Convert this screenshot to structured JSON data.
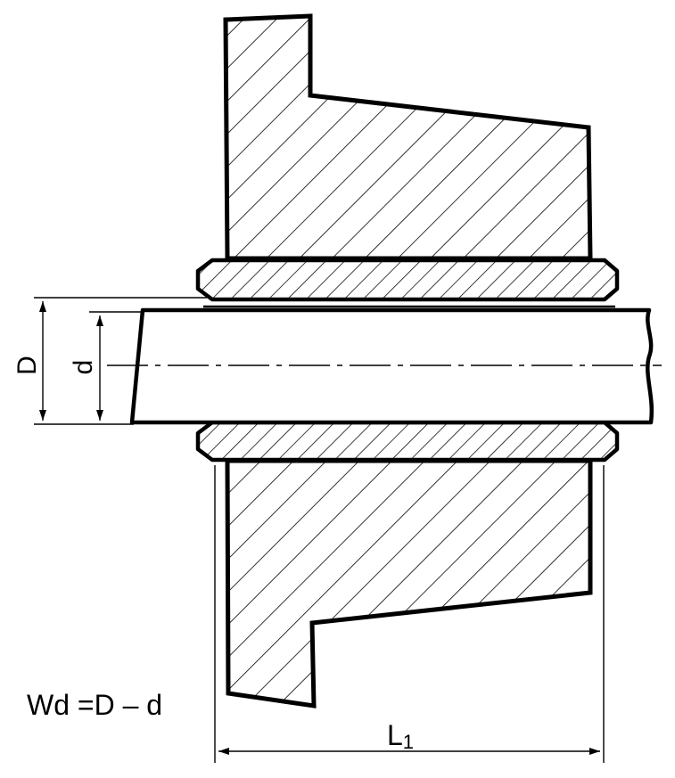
{
  "labels": {
    "outer_diameter": "D",
    "inner_diameter": "d",
    "length": "L",
    "length_subscript": "1",
    "formula": "Wd =D – d"
  },
  "colors": {
    "ink": "#000000",
    "paper": "#ffffff"
  }
}
